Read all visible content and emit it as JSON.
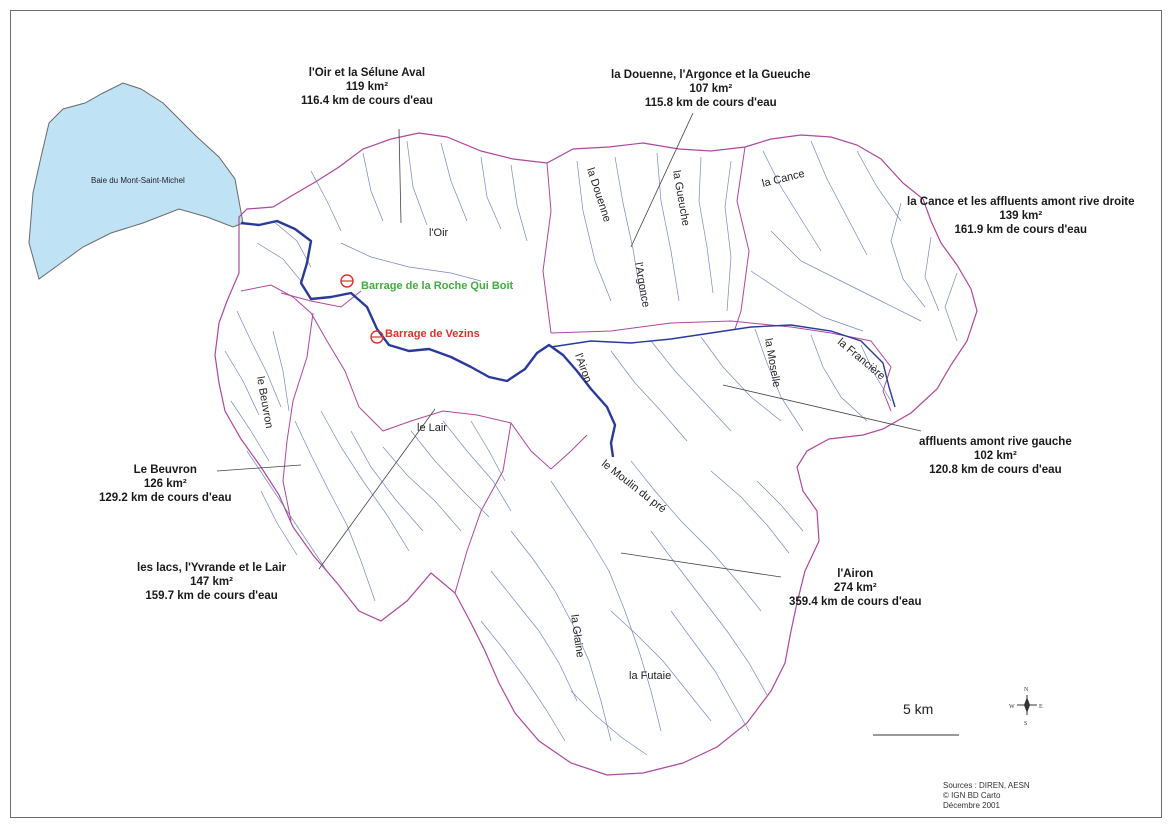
{
  "map": {
    "bay_label": "Baie du Mont-Saint-Michel",
    "dams": [
      {
        "name": "Barrage de la Roche Qui Boit",
        "color": "#3fae3f"
      },
      {
        "name": "Barrage de Vezins",
        "color": "#e0302a"
      }
    ],
    "rivers": [
      "l'Oir",
      "la Douenne",
      "la Gueuche",
      "l'Argonce",
      "la Cance",
      "la Moselle",
      "la Francière",
      "l'Airon",
      "le Beuvron",
      "le Lair",
      "le Moulin du pré",
      "la Glaine",
      "la Futaie"
    ],
    "basins": [
      {
        "name": "l'Oir et la Sélune Aval",
        "area": "119 km²",
        "length": "116.4 km de cours d'eau"
      },
      {
        "name": "la Douenne, l'Argonce et la Gueuche",
        "area": "107 km²",
        "length": "115.8 km de cours d'eau"
      },
      {
        "name": "la Cance et les affluents amont rive droite",
        "area": "139 km²",
        "length": "161.9 km de cours d'eau"
      },
      {
        "name": "affluents amont rive gauche",
        "area": "102 km²",
        "length": "120.8 km de cours d'eau"
      },
      {
        "name": "Le Beuvron",
        "area": "126 km²",
        "length": "129.2 km de cours d'eau"
      },
      {
        "name": "les lacs, l'Yvrande et le Lair",
        "area": "147 km²",
        "length": "159.7 km de cours d'eau"
      },
      {
        "name": "l'Airon",
        "area": "274 km²",
        "length": "359.4 km de cours d'eau"
      }
    ],
    "scale_label": "5 km",
    "compass": {
      "n": "N",
      "s": "S",
      "e": "E",
      "w": "W"
    },
    "sources": [
      "Sources : DIREN, AESN",
      "© IGN BD Carto",
      "Décembre 2001"
    ],
    "colors": {
      "basin_border": "#b0479e",
      "main_river": "#2a3a9a",
      "streams": "#6a7ab8",
      "sea": "#bfe3f5",
      "dam_green": "#3fae3f",
      "dam_red": "#e0302a"
    }
  }
}
